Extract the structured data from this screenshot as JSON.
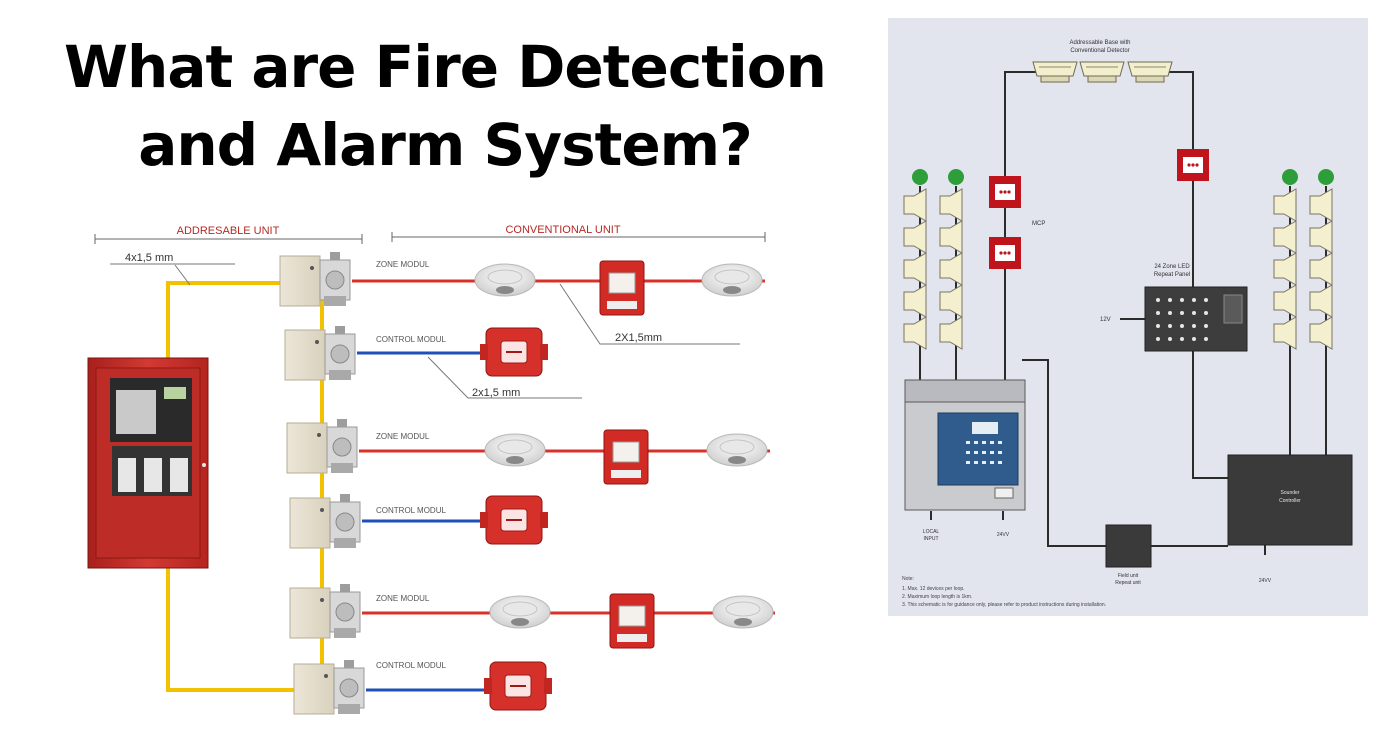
{
  "title": {
    "line1": "What are Fire Detection",
    "line2": "and Alarm System?"
  },
  "left_diagram": {
    "addressable_unit_label": "ADDRESABLE UNIT",
    "conventional_unit_label": "CONVENTIONAL UNIT",
    "loop_cable_label": "4x1,5 mm",
    "zone_cable_label": "2X1,5mm",
    "control_cable_label": "2x1,5 mm",
    "modules": [
      {
        "label": "ZONE MODUL",
        "type": "zone"
      },
      {
        "label": "CONTROL MODUL",
        "type": "control"
      },
      {
        "label": "ZONE MODUL",
        "type": "zone"
      },
      {
        "label": "CONTROL MODUL",
        "type": "control"
      },
      {
        "label": "ZONE MODUL",
        "type": "zone"
      },
      {
        "label": "CONTROL MODUL",
        "type": "control"
      }
    ],
    "colors": {
      "loop": "#f2c200",
      "zone_line": "#d9302a",
      "control_line": "#1f4fb8",
      "panel": "#c9302c"
    }
  },
  "right_diagram": {
    "detectors_label_line1": "Addressable Base with",
    "detectors_label_line2": "Conventional Detector",
    "mcp_label": "MCP",
    "repeat_panel_label_line1": "24 Zone LED",
    "repeat_panel_label_line2": "Repeat Panel",
    "repeat_panel_voltage": "12V",
    "local_input_label_line1": "LOCAL",
    "local_input_label_line2": "INPUT",
    "panel_voltage": "24VV",
    "fault_unit_label_line1": "Field unit",
    "fault_unit_label_line2": "Repeat unit",
    "sounder_label_line1": "Sounder",
    "sounder_label_line2": "Controller",
    "sounder_voltage": "24VV",
    "notes_title": "Note:",
    "notes": [
      "1.  Max. 12 devices per loop.",
      "2.  Maximum loop length is 1km.",
      "3.  This schematic is for guidance only, please refer to product instructions during installation."
    ],
    "colors": {
      "background": "#e2e4ee",
      "wire": "#2b2b2b",
      "mcp": "#c0141c",
      "strobe": "#2e9e3a"
    }
  }
}
